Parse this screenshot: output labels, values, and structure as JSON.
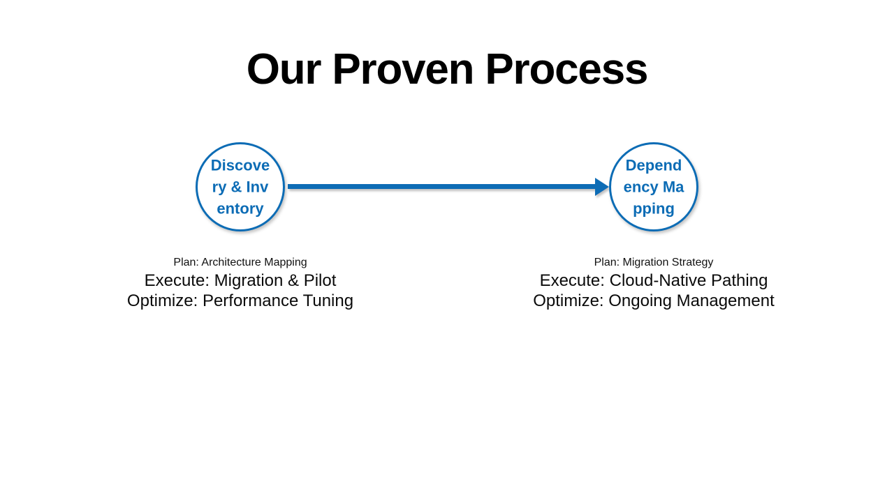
{
  "slide": {
    "title": "Our Proven Process",
    "background_color": "#FFFFFF",
    "accent_color": "#0C6CB5",
    "text_color": "#000000"
  },
  "diagram": {
    "type": "linear-process-flow",
    "nodes": [
      {
        "id": "node-1",
        "label": "Discovery & Inventory",
        "shape": "circle",
        "stroke_color": "#0C6CB5",
        "fill_color": "#FFFFFF",
        "label_color": "#0C6CB5"
      },
      {
        "id": "node-2",
        "label": "Dependency Mapping",
        "shape": "circle",
        "stroke_color": "#0C6CB5",
        "fill_color": "#FFFFFF",
        "label_color": "#0C6CB5"
      }
    ],
    "connector": {
      "from": "node-1",
      "to": "node-2",
      "style": "solid-arrow",
      "color": "#0C6CB5"
    },
    "captions": [
      {
        "id": "caption-1",
        "plan": "Plan: Architecture Mapping",
        "execute": "Execute: Migration & Pilot",
        "optimize": "Optimize: Performance Tuning"
      },
      {
        "id": "caption-2",
        "plan": "Plan: Migration Strategy",
        "execute": "Execute: Cloud-Native Pathing",
        "optimize": "Optimize: Ongoing Management"
      }
    ]
  }
}
